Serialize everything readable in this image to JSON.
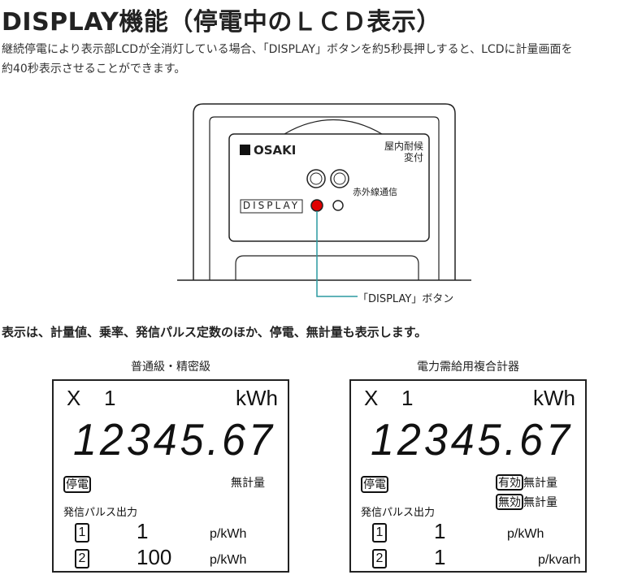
{
  "title": "DISPLAY機能（停電中のＬＣＤ表示）",
  "description": [
    "継続停電により表示部LCDが全消灯している場合、「DISPLAY」ボタンを約5秒長押しすると、LCDに計量画面を",
    "約40秒表示させることができます。"
  ],
  "meter": {
    "brand": "OSAKI",
    "rating": [
      "屋内耐候",
      "変付"
    ],
    "ir_label": "赤外線通信",
    "display_label": "DISPLAY",
    "callout": "「DISPLAY」ボタン",
    "button_color": "#e00000"
  },
  "lead": "表示は、計量値、乗率、発信パルス定数のほか、停電、無計量も表示します。",
  "lcds": [
    {
      "caption": "普通級・精密級",
      "multiplier_x": "X",
      "multiplier": "1",
      "unit": "kWh",
      "reading": "12345.67",
      "outage": "停電",
      "flags": [
        {
          "label": "",
          "text": "無計量"
        }
      ],
      "pulse_title": "発信パルス出力",
      "pulses": [
        {
          "n": "1",
          "value": "1",
          "unit": "p/kWh"
        },
        {
          "n": "2",
          "value": "100",
          "unit": "p/kWh"
        }
      ]
    },
    {
      "caption": "電力需給用複合計器",
      "multiplier_x": "X",
      "multiplier": "1",
      "unit": "kWh",
      "reading": "12345.67",
      "outage": "停電",
      "flags": [
        {
          "label": "有効",
          "text": "無計量"
        },
        {
          "label": "無効",
          "text": "無計量"
        }
      ],
      "pulse_title": "発信パルス出力",
      "pulses": [
        {
          "n": "1",
          "value": "1",
          "unit": "p/kWh"
        },
        {
          "n": "2",
          "value": "1",
          "unit": "p/kvarh"
        }
      ]
    }
  ]
}
